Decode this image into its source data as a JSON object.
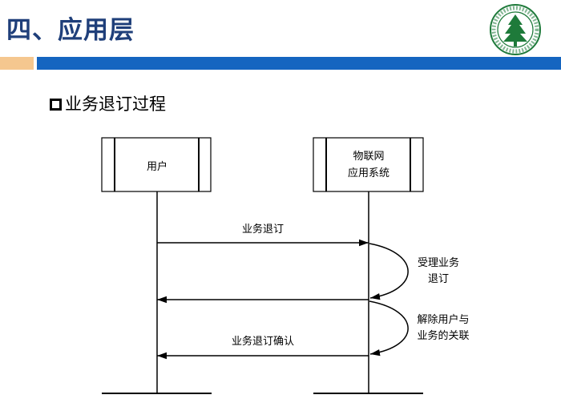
{
  "slide": {
    "title": "四、应用层",
    "subtitle": "业务退订过程"
  },
  "colors": {
    "title": "#1f3f7a",
    "accent_bar": "#1565c0",
    "accent_orange": "#f5c78f",
    "logo_green": "#1e7a3a"
  },
  "diagram": {
    "actors": [
      {
        "lines": [
          "用户"
        ]
      },
      {
        "lines": [
          "物联网",
          "应用系统"
        ]
      }
    ],
    "messages": [
      {
        "text": "业务退订",
        "direction": "to-system"
      },
      {
        "text": "",
        "direction": "to-user"
      },
      {
        "text": "业务退订确认",
        "direction": "to-user"
      }
    ],
    "self_actions": [
      {
        "lines": [
          "受理业务",
          "退订"
        ]
      },
      {
        "lines": [
          "解除用户与",
          "业务的关联"
        ]
      }
    ]
  }
}
